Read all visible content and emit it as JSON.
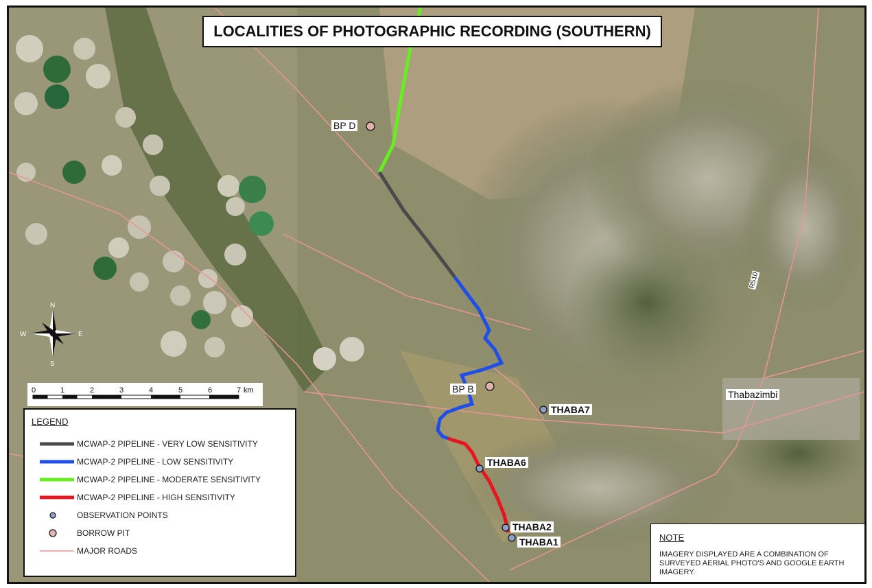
{
  "title": "LOCALITIES OF PHOTOGRAPHIC RECORDING (SOUTHERN)",
  "colors": {
    "very_low": "#4a4a4a",
    "low": "#1f4fe8",
    "moderate": "#66ee22",
    "high": "#e8141e",
    "observation_fill": "#8fa0c8",
    "borrow_fill": "#e3b3b0",
    "road": "#e99595"
  },
  "features": {
    "borrow_pits": [
      {
        "label": "BP D"
      },
      {
        "label": "BP B"
      }
    ],
    "observation_points": [
      {
        "label": "THABA7"
      },
      {
        "label": "THABA6"
      },
      {
        "label": "THABA2"
      },
      {
        "label": "THABA1"
      }
    ],
    "town": "Thabazimbi",
    "road_label": "R510"
  },
  "compass": {
    "n": "N",
    "s": "S",
    "e": "E",
    "w": "W",
    "icon": "compass-rose-icon"
  },
  "scale": {
    "ticks": [
      "0",
      "1",
      "2",
      "3",
      "4",
      "5",
      "6",
      "7"
    ],
    "unit": "km"
  },
  "legend": {
    "heading": "LEGEND",
    "items": [
      {
        "label": "MCWAP-2 PIPELINE - VERY LOW SENSITIVITY",
        "icon": "line-symbol"
      },
      {
        "label": "MCWAP-2 PIPELINE - LOW SENSITIVITY",
        "icon": "line-symbol"
      },
      {
        "label": "MCWAP-2 PIPELINE - MODERATE SENSITIVITY",
        "icon": "line-symbol"
      },
      {
        "label": "MCWAP-2 PIPELINE - HIGH SENSITIVITY",
        "icon": "line-symbol"
      },
      {
        "label": "OBSERVATION POINTS",
        "icon": "observation-point-icon"
      },
      {
        "label": "BORROW PIT",
        "icon": "borrow-pit-icon"
      },
      {
        "label": "MAJOR ROADS",
        "icon": "road-line-symbol"
      }
    ]
  },
  "note": {
    "heading": "NOTE",
    "text": "IMAGERY DISPLAYED ARE A COMBINATION OF SURVEYED AERIAL PHOTO'S AND GOOGLE EARTH IMAGERY."
  }
}
